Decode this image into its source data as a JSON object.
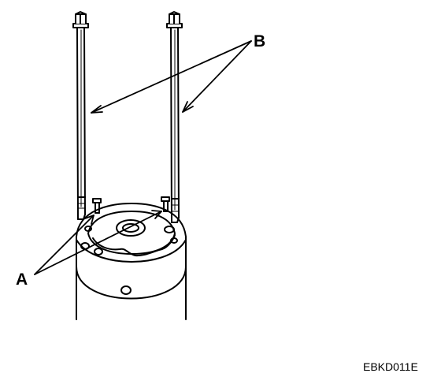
{
  "figure": {
    "code": "EBKD011E",
    "labels": {
      "a": "A",
      "b": "B"
    }
  },
  "colors": {
    "line": "#000000",
    "background": "#ffffff"
  }
}
